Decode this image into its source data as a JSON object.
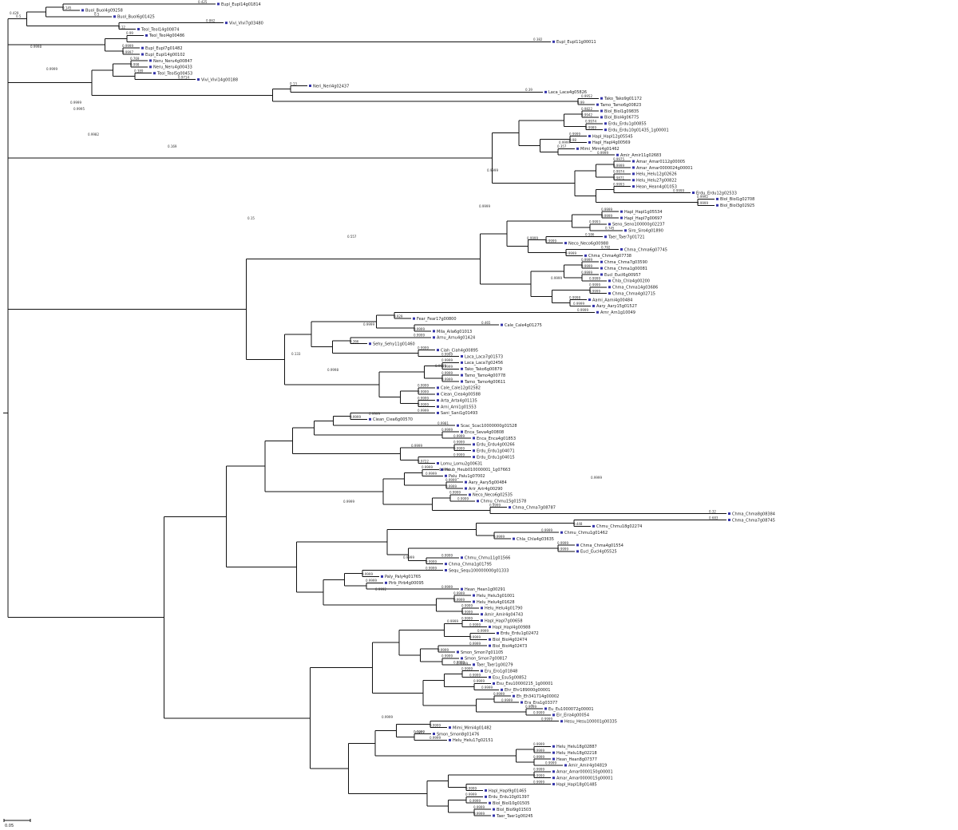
{
  "tree": {
    "tips": [
      {
        "label": "Eupl_Eupl14g01814",
        "support": "0.425"
      },
      {
        "label": "Buol_Buol4g09258",
        "support": "0.145"
      },
      {
        "label": "Buol_Buol6g01425",
        "support": "0.5"
      },
      {
        "label": "Vivi_Vivi7g03480",
        "support": "0.862"
      },
      {
        "label": "Teol_Teol14g00874",
        "support": "0.12"
      },
      {
        "label": "Teol_Teol4g00486",
        "support": "0.99"
      },
      {
        "label": "Eupl_Eupl11g00011",
        "support": "0.382"
      },
      {
        "label": "Eupl_Eupl7g01482",
        "support": "0.9999"
      },
      {
        "label": "Eupl_Eupl14g00102",
        "support": "0.9997"
      },
      {
        "label": "Neru_Neru4g00847",
        "support": "0.769"
      },
      {
        "label": "Neru_Neru4g00433",
        "support": "0.998"
      },
      {
        "label": "Teol_Teol5g00453",
        "support": "0.389"
      },
      {
        "label": "Vivi_Vivi14g00188",
        "support": "0.9714"
      },
      {
        "label": "Neri_Neri4g02437",
        "support": "0.13"
      },
      {
        "label": "Laca_Laca4g05826",
        "support": "0.39"
      },
      {
        "label": "Tako_Tako9g01172",
        "support": "0.9952"
      },
      {
        "label": "Tamo_Tamo6g00823",
        "support": "0.99"
      },
      {
        "label": "Biol_Biol1g09835",
        "support": "0.9822"
      },
      {
        "label": "Biol_Biol4g06775",
        "support": "0.9942"
      },
      {
        "label": "Erdu_Erdu1g00855",
        "support": "0.9974"
      },
      {
        "label": "Erdu_Erdu10g01435_1g00001",
        "support": "0.9989"
      },
      {
        "label": "Hapl_Hapl12g05545",
        "support": "0.9999"
      },
      {
        "label": "Hapl_Hapl4g00569",
        "support": "0.98"
      },
      {
        "label": "Mimi_Mimi4g01462",
        "support": "0.357"
      },
      {
        "label": "Amir_Amir11g02683",
        "support": "0.9999"
      },
      {
        "label": "Amar_Amar0112g00005",
        "support": "0.9975"
      },
      {
        "label": "Amar_Amar0000024g00001",
        "support": "0.9999"
      },
      {
        "label": "Helu_Helu12g02626",
        "support": "0.9974"
      },
      {
        "label": "Helu_Helu27g00822",
        "support": "0.9871"
      },
      {
        "label": "Hean_Hean4g01053",
        "support": "0.9993"
      },
      {
        "label": "Erdu_Erdu12g02533",
        "support": "0.9999"
      },
      {
        "label": "Biol_Biol1g02708",
        "support": "0.9992"
      },
      {
        "label": "Biol_Biol3g02925",
        "support": "0.9999"
      },
      {
        "label": "Hapl_Hapl1g05534",
        "support": "0.9999"
      },
      {
        "label": "Hapl_Hapl7g00697",
        "support": "0.9999"
      },
      {
        "label": "Seno_Seno100000g02237",
        "support": "0.9993"
      },
      {
        "label": "Siro_Siro4g01890",
        "support": "0.745"
      },
      {
        "label": "Taer_Taer7g01721",
        "support": "0.586"
      },
      {
        "label": "Neco_Neco6g00988",
        "support": "0.9999"
      },
      {
        "label": "Chma_Chma6g07745",
        "support": "0.792"
      },
      {
        "label": "Chma_Chma4g07738",
        "support": "0.9999"
      },
      {
        "label": "Chma_Chma7g03590",
        "support": "0.9999"
      },
      {
        "label": "Chma_Chma1g00081",
        "support": "0.9999"
      },
      {
        "label": "Eucl_Eucl6g00957",
        "support": "0.9999"
      },
      {
        "label": "Chla_Chla4g00200",
        "support": "0.9999"
      },
      {
        "label": "Chma_Chma14g03686",
        "support": "0.9999"
      },
      {
        "label": "Chma_Chma4g02715",
        "support": "0.9999"
      },
      {
        "label": "Aami_Aami4g00484",
        "support": "0.9998"
      },
      {
        "label": "Aary_Aary15g01527",
        "support": "0.9999"
      },
      {
        "label": "Arnr_Arn1g10049",
        "support": "0.9999"
      },
      {
        "label": "Fear_Fear17g00800",
        "support": "0.929"
      },
      {
        "label": "Cale_Cale4g01275",
        "support": "0.465"
      },
      {
        "label": "Mila_Aila6g01013",
        "support": "0.9999"
      },
      {
        "label": "Arnu_Arnu4g01424",
        "support": "0.9999"
      },
      {
        "label": "Sehy_Sehy11g01460",
        "support": "0.366"
      },
      {
        "label": "Ciah_Ciah4g00895",
        "support": "0.9999"
      },
      {
        "label": "Laca_Laca7g01573",
        "support": "0.9999"
      },
      {
        "label": "Laca_Laca7g02456",
        "support": "0.9999"
      },
      {
        "label": "Tako_Tako6g00879",
        "support": "0.9999"
      },
      {
        "label": "Tamo_Tamo4g00778",
        "support": "0.9999"
      },
      {
        "label": "Tamo_Tamo4g00611",
        "support": "0.9999"
      },
      {
        "label": "Cale_Cale12g02582",
        "support": "0.9999"
      },
      {
        "label": "Ciean_Ciea4g00588",
        "support": "0.9999"
      },
      {
        "label": "Arta_Arta4g01135",
        "support": "0.9999"
      },
      {
        "label": "Arni_Arni1g01553",
        "support": "0.9999"
      },
      {
        "label": "Sani_Sani1g01493",
        "support": "0.9999"
      },
      {
        "label": "Ciean_Ciea6g00570",
        "support": "0.9999"
      },
      {
        "label": "Scac_Scac10000000g01528",
        "support": "0.9981"
      },
      {
        "label": "Enca_Seva4g00808",
        "support": "0.9999"
      },
      {
        "label": "Enca_Enca4g01853",
        "support": "0.9999"
      },
      {
        "label": "Erdu_Erdu4g00266",
        "support": "0.9999"
      },
      {
        "label": "Erdu_Erdu1g04071",
        "support": "0.9999"
      },
      {
        "label": "Erdu_Erdu1g04015",
        "support": "0.9999"
      },
      {
        "label": "Lomu_Lomu2g00631",
        "support": "0.9722"
      },
      {
        "label": "Heub_Heub010000001_1g07663",
        "support": "0.9999"
      },
      {
        "label": "Palu_Palu1g07002",
        "support": "0.9999"
      },
      {
        "label": "Aary_Aary5g00484",
        "support": "0.9999"
      },
      {
        "label": "Arir_Arir4g00290",
        "support": "0.9999"
      },
      {
        "label": "Neco_Neco6g02535",
        "support": "0.9999"
      },
      {
        "label": "Chmu_Chmu15g01578",
        "support": "0.9999"
      },
      {
        "label": "Chma_Chma7g08787",
        "support": "0.9999"
      },
      {
        "label": "Chma_Chma8g08384",
        "support": "0.32"
      },
      {
        "label": "Chma_Chma7g08745",
        "support": "0.683"
      },
      {
        "label": "Chmu_Chmu18g02274",
        "support": "0.448"
      },
      {
        "label": "Chmu_Chmu1g01462",
        "support": "0.9999"
      },
      {
        "label": "Chla_Chla4g03635",
        "support": "0.9999"
      },
      {
        "label": "Chma_Chma4g01554",
        "support": "0.9999"
      },
      {
        "label": "Eucl_Eucl4g05525",
        "support": "0.9999"
      },
      {
        "label": "Chmu_Chmu11g01566",
        "support": "0.9999"
      },
      {
        "label": "Chma_Chma1g01795",
        "support": "0.9999"
      },
      {
        "label": "Sequ_Sequ100000000g01333",
        "support": "0.9999"
      },
      {
        "label": "Paly_Paly4g01765",
        "support": "0.9999"
      },
      {
        "label": "Pirb_Pirb4g00095",
        "support": "0.9999"
      },
      {
        "label": "Hean_Hean1g00291",
        "support": "0.9999"
      },
      {
        "label": "Helu_Helu3g01001",
        "support": "0.9999"
      },
      {
        "label": "Helu_Helu4g01628",
        "support": "0.9999"
      },
      {
        "label": "Helu_Helu4g01790",
        "support": "0.9999"
      },
      {
        "label": "Amir_Amir4g04743",
        "support": "0.9999"
      },
      {
        "label": "Hapl_Hapl7g00658",
        "support": "0.9999"
      },
      {
        "label": "Hapl_Hapl4g00988",
        "support": "0.9999"
      },
      {
        "label": "Erdu_Erdu1g02472",
        "support": "0.9999"
      },
      {
        "label": "Biol_Biol4g02474",
        "support": "0.9999"
      },
      {
        "label": "Biol_Biol4g02473",
        "support": "0.9999"
      },
      {
        "label": "Smon_Smon7g01105",
        "support": "0.9999"
      },
      {
        "label": "Smon_Smon7g00817",
        "support": "0.9999"
      },
      {
        "label": "Taer_Taer1g00279",
        "support": "0.9999"
      },
      {
        "label": "Eru_Ero1g01848",
        "support": "0.9999"
      },
      {
        "label": "Esu_Esu5g00852",
        "support": "0.9999"
      },
      {
        "label": "Esu_Esu10000215_1g00001",
        "support": "0.9999"
      },
      {
        "label": "Ehr_Ehr189000g00001",
        "support": "0.9999"
      },
      {
        "label": "Eh_Eh341714g00002",
        "support": "0.9999"
      },
      {
        "label": "Era_Era1g03377",
        "support": "0.9999"
      },
      {
        "label": "Eu_Eu1000072g00001",
        "support": "0.9999"
      },
      {
        "label": "Eir_Eira4g00054",
        "support": "0.9999"
      },
      {
        "label": "Hesu_Hesu100001g00335",
        "support": "0.9999"
      },
      {
        "label": "Mimi_Mimi4g01482",
        "support": "0.9999"
      },
      {
        "label": "Smon_Smon8g01476",
        "support": "0.9999"
      },
      {
        "label": "Helu_Helu17g02151",
        "support": "0.9999"
      },
      {
        "label": "Helu_Helu18g02887",
        "support": "0.9999"
      },
      {
        "label": "Helu_Helu18g02218",
        "support": "0.9999"
      },
      {
        "label": "Hean_Hean8g07377",
        "support": "0.9999"
      },
      {
        "label": "Amir_Amir4g04819",
        "support": "0.9999"
      },
      {
        "label": "Amar_Amar0000150g00001",
        "support": "0.9999"
      },
      {
        "label": "Amar_Amar0000015g00001",
        "support": "0.9999"
      },
      {
        "label": "Hapl_Hapl18g01485",
        "support": "0.9999"
      },
      {
        "label": "Hapl_Hapl9g01465",
        "support": "0.9999"
      },
      {
        "label": "Erdu_Erdu10g01397",
        "support": "0.9999"
      },
      {
        "label": "Biol_Biol10g01505",
        "support": "0.9999"
      },
      {
        "label": "Biol_Biol9g01503",
        "support": "0.9999"
      },
      {
        "label": "Taer_Taer1g00245",
        "support": "0.9999"
      }
    ],
    "internal_supports": [
      "0.429",
      "0.5",
      "0.9998",
      "0.9999",
      "0.9999",
      "0.9995",
      "0.9982",
      "0.169",
      "0.15",
      "0.133",
      "0.9998",
      "0.557",
      "0.9999",
      "0.9999",
      "0.9992",
      "0.9999",
      "0.9999",
      "0.9999",
      "0.9999",
      "0.951",
      "0.9999",
      "0.9994",
      "0.9999",
      "0.9999",
      "0.9999",
      "0.9999",
      "0.9999",
      "0.9999",
      "0.9999",
      "0.9999"
    ],
    "scale_bar": {
      "label": "0.05"
    }
  },
  "colors": {
    "branch": "#111111",
    "marker": "#3333aa",
    "text": "#222222"
  }
}
